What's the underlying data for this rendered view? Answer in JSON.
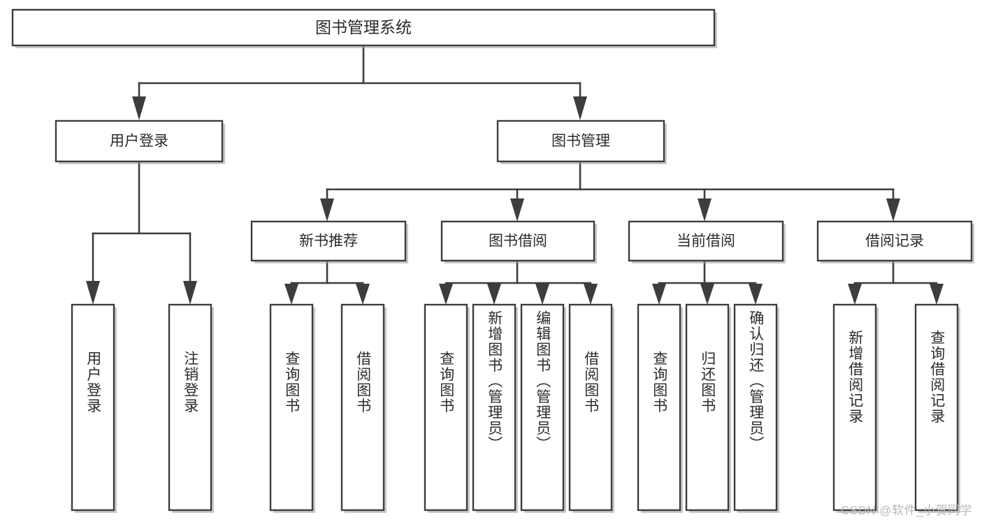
{
  "diagram": {
    "type": "tree",
    "title": "图书管理系统",
    "watermark": "CSDN @软件_小贺同学",
    "colors": {
      "border": "#3d3d3d",
      "fill": "#ffffff",
      "text": "#2b2b2b",
      "watermark": "#b9b9b9",
      "background": "#ffffff"
    },
    "nodes": {
      "root": {
        "label": "图书管理系统",
        "level": 1
      },
      "l2": [
        {
          "label": "用户登录",
          "level": 2
        },
        {
          "label": "图书管理",
          "level": 2
        }
      ],
      "l3": [
        {
          "label": "新书推荐",
          "level": 3
        },
        {
          "label": "图书借阅",
          "level": 3
        },
        {
          "label": "当前借阅",
          "level": 3
        },
        {
          "label": "借阅记录",
          "level": 3
        }
      ],
      "leaves": [
        {
          "label": "用户登录",
          "parent": "用户登录",
          "level": 4
        },
        {
          "label": "注销登录",
          "parent": "用户登录",
          "level": 4
        },
        {
          "label": "查询图书",
          "parent": "新书推荐",
          "level": 4
        },
        {
          "label": "借阅图书",
          "parent": "新书推荐",
          "level": 4
        },
        {
          "label": "查询图书",
          "parent": "图书借阅",
          "level": 4
        },
        {
          "label": "新增图书（管理员）",
          "parent": "图书借阅",
          "level": 4
        },
        {
          "label": "编辑图书（管理员）",
          "parent": "图书借阅",
          "level": 4
        },
        {
          "label": "借阅图书",
          "parent": "图书借阅",
          "level": 4
        },
        {
          "label": "查询图书",
          "parent": "当前借阅",
          "level": 4
        },
        {
          "label": "归还图书",
          "parent": "当前借阅",
          "level": 4
        },
        {
          "label": "确认归还（管理员）",
          "parent": "当前借阅",
          "level": 4
        },
        {
          "label": "新增借阅记录",
          "parent": "借阅记录",
          "level": 4
        },
        {
          "label": "查询借阅记录",
          "parent": "借阅记录",
          "level": 4
        }
      ]
    }
  }
}
